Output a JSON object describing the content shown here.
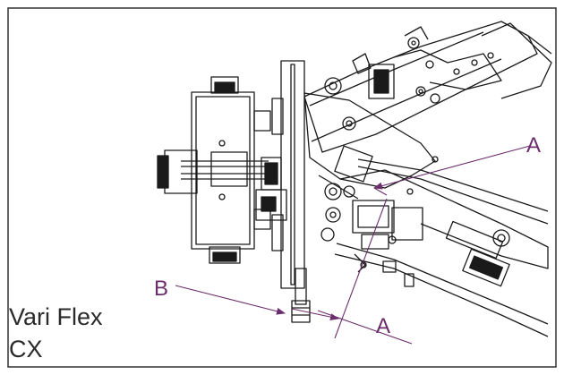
{
  "callouts": {
    "a_upper": "A",
    "a_lower": "A",
    "b": "B"
  },
  "caption": {
    "line1": "Vari Flex",
    "line2": "CX"
  },
  "colors": {
    "line": "#1a1a1a",
    "callout": "#6b2d6b",
    "background": "#ffffff"
  }
}
